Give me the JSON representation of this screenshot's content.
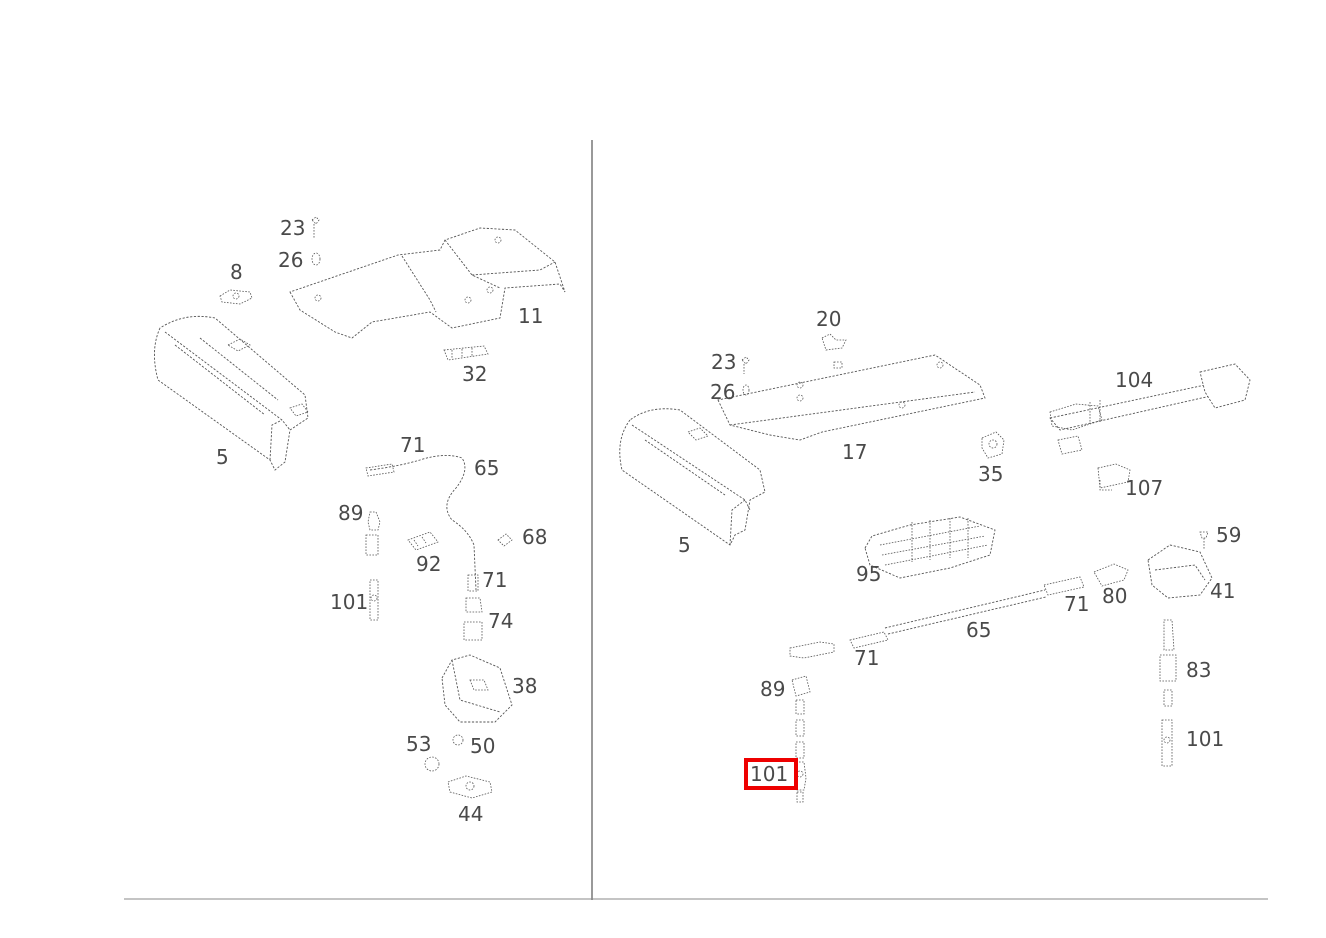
{
  "diagram": {
    "left_panel": {
      "labels": [
        "23",
        "26",
        "8",
        "11",
        "32",
        "5",
        "71",
        "65",
        "89",
        "92",
        "68",
        "101",
        "71",
        "74",
        "38",
        "53",
        "50",
        "44"
      ]
    },
    "right_panel": {
      "labels": [
        "20",
        "23",
        "26",
        "17",
        "104",
        "35",
        "107",
        "5",
        "59",
        "95",
        "41",
        "71",
        "80",
        "65",
        "71",
        "83",
        "89",
        "101",
        "101"
      ]
    },
    "highlighted_part": "101",
    "highlight_color": "#ee0000"
  }
}
